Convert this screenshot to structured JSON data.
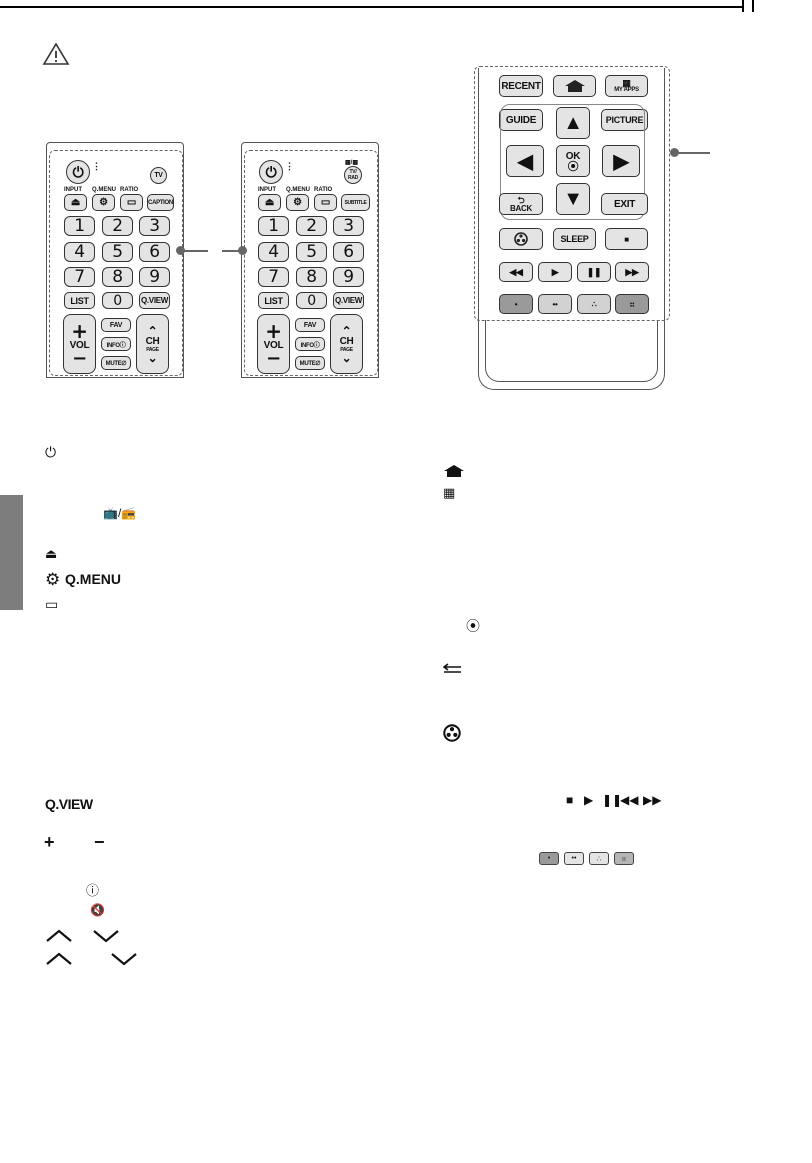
{
  "remote_a": {
    "tv": "TV",
    "input": "INPUT",
    "qmenu": "Q.MENU",
    "ratio": "RATIO",
    "caption": "CAPTION",
    "numbers": [
      "1",
      "2",
      "3",
      "4",
      "5",
      "6",
      "7",
      "8",
      "9"
    ],
    "list": "LIST",
    "zero": "0",
    "qview": "Q.VIEW",
    "vol": "VOL",
    "fav": "FAV",
    "info": "INFOⓘ",
    "mute": "MUTE∅",
    "ch": "CH",
    "page": "PAGE"
  },
  "remote_b": {
    "tvrad_top": "▩/▩",
    "tvrad": "TV/ RAD",
    "input": "INPUT",
    "qmenu": "Q.MENU",
    "ratio": "RATIO",
    "subtitle": "SUBTITLE",
    "list": "LIST",
    "zero": "0",
    "qview": "Q.VIEW",
    "vol": "VOL",
    "fav": "FAV",
    "info": "INFOⓘ",
    "mute": "MUTE∅",
    "ch": "CH",
    "page": "PAGE"
  },
  "remote_c": {
    "recent": "RECENT",
    "my_apps": "MY APPS",
    "guide": "GUIDE",
    "picture": "PICTURE",
    "ok": "OK",
    "back": "BACK",
    "exit": "EXIT",
    "sleep": "SLEEP"
  },
  "legend": {
    "qmenu": "Q.MENU",
    "qview": "Q.VIEW"
  },
  "colors": {
    "key_fill": "#e4e4e4",
    "key_dark": "#9a9a9a",
    "tab_gray": "#7d7d7d",
    "frame_gray": "#666666"
  }
}
